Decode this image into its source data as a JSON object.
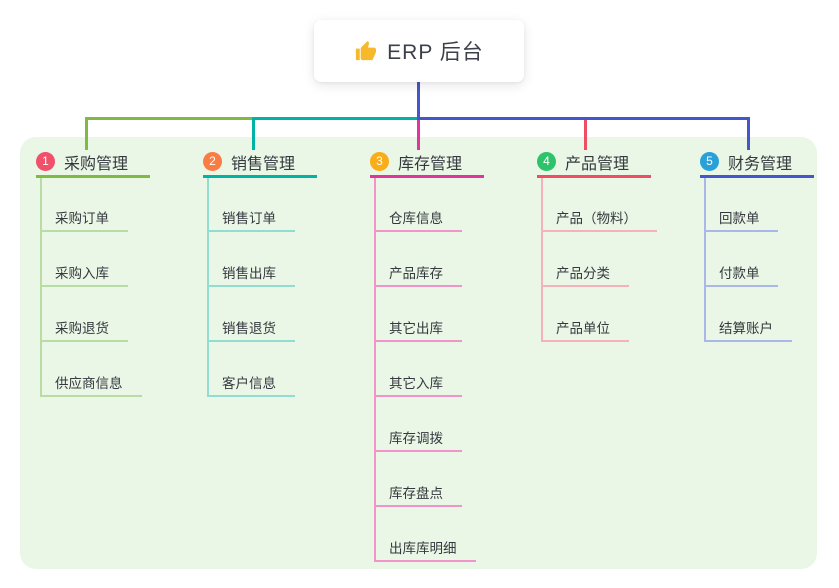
{
  "root": {
    "label": "ERP 后台",
    "icon": "thumbs-up-icon",
    "icon_color": "#f7b92c",
    "connector_color": "#4456cd"
  },
  "canvas": {
    "background": "#ffffff",
    "panel_color": "#eaf6e6"
  },
  "branches": [
    {
      "index": "1",
      "label": "采购管理",
      "badge_color": "#f0506a",
      "line_color": "#7fba42",
      "light_line_color": "#b9dca4",
      "children": [
        "采购订单",
        "采购入库",
        "采购退货",
        "供应商信息"
      ]
    },
    {
      "index": "2",
      "label": "销售管理",
      "badge_color": "#f97c45",
      "line_color": "#00b3a4",
      "light_line_color": "#93dcd2",
      "children": [
        "销售订单",
        "销售出库",
        "销售退货",
        "客户信息"
      ]
    },
    {
      "index": "3",
      "label": "库存管理",
      "badge_color": "#f9ad18",
      "line_color": "#e0359c",
      "light_line_color": "#f094c9",
      "children": [
        "仓库信息",
        "产品库存",
        "其它出库",
        "其它入库",
        "库存调拨",
        "库存盘点",
        "出库库明细"
      ]
    },
    {
      "index": "4",
      "label": "产品管理",
      "badge_color": "#2cc36b",
      "line_color": "#ee4e63",
      "light_line_color": "#f8b1ba",
      "children": [
        "产品（物料）",
        "产品分类",
        "产品单位"
      ]
    },
    {
      "index": "5",
      "label": "财务管理",
      "badge_color": "#28a0d8",
      "line_color": "#4456cd",
      "light_line_color": "#aab7e9",
      "children": [
        "回款单",
        "付款单",
        "结算账户"
      ]
    }
  ]
}
